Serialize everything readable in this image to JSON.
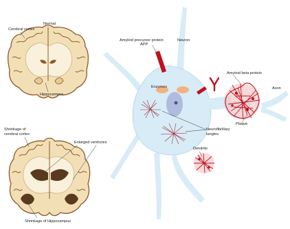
{
  "diagram": {
    "colors": {
      "brain_outline": "#8a5a2b",
      "brain_fill": "#f3dfb6",
      "white_matter": "#faf1dc",
      "ventricle": "#5a3a1e",
      "neuron_fill": "#d7ecf6",
      "neuron_outline": "#b9d9ea",
      "protein_red": "#c0111d",
      "enzyme_orange": "#f4b27c",
      "nucleus": "#a8b4d8",
      "label_text": "#1a1a1a"
    },
    "brain_normal": {
      "title": "Normal",
      "cortex_label": "Cerebral cortex",
      "hippocampus_label": "Hippocampus"
    },
    "brain_alzheimers": {
      "cortex_shrinkage_label_line1": "Shrinkage of",
      "cortex_shrinkage_label_line2": "cerebral cortex",
      "ventricles_label": "Enlarged ventricles",
      "hippocampus_shrinkage_label": "Shrinkage of Hippocampus"
    },
    "neuron": {
      "app_label_line1": "Amyloid precursor protein",
      "app_label_line2": "APP",
      "neuron_label": "Neuron",
      "enzymes_label": "Enzymes",
      "amyloid_label": "Amyloid beta protein",
      "axon_label": "Axon",
      "plaque_label": "Plaque",
      "tangles_label_line1": "Neurofibrillary",
      "tangles_label_line2": "tangles",
      "dendrite_label": "Dendrite"
    }
  }
}
